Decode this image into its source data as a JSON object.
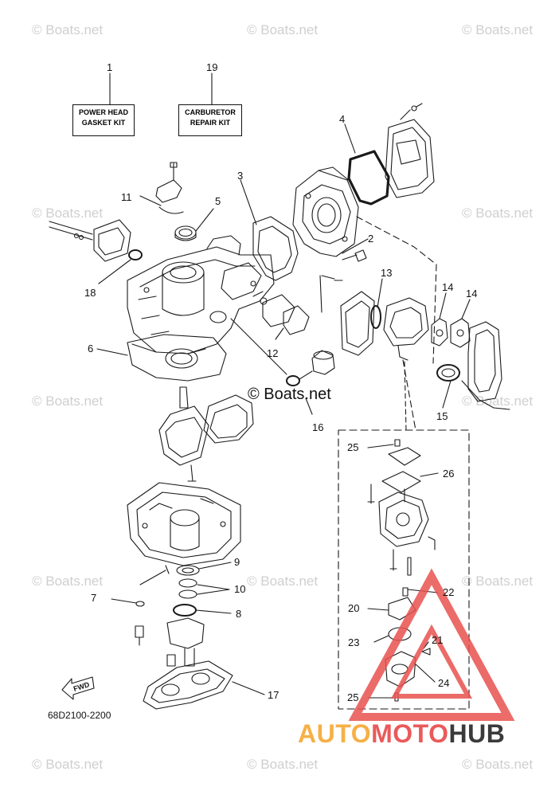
{
  "watermark": "© Boats.net",
  "center_watermark": "© Boats.net",
  "kits": {
    "power_head": {
      "line1": "POWER HEAD",
      "line2": "GASKET KIT"
    },
    "carburetor": {
      "line1": "CARBURETOR",
      "line2": "REPAIR KIT"
    }
  },
  "callouts": {
    "c1": "1",
    "c19": "19",
    "c4": "4",
    "c11": "11",
    "c5": "5",
    "c3": "3",
    "c2": "2",
    "c18": "18",
    "c13": "13",
    "c14a": "14",
    "c14b": "14",
    "c6": "6",
    "c12": "12",
    "c15": "15",
    "c16": "16",
    "c25a": "25",
    "c26": "26",
    "c9": "9",
    "c10": "10",
    "c7": "7",
    "c8": "8",
    "c22": "22",
    "c20": "20",
    "c23": "23",
    "c21": "21",
    "c24": "24",
    "c17": "17",
    "c25b": "25"
  },
  "fwd_label": "FWD",
  "diagram_code": "68D2100-2200",
  "brand": {
    "part1": "AUTO",
    "part2": "MOTO",
    "part3": "HUB"
  },
  "colors": {
    "line": "#1a1a1a",
    "watermark": "#cfcfcf",
    "warning_red": "#e8524f",
    "brand_orange": "#f6b046",
    "brand_red": "#ea5a5a",
    "brand_dark": "#3a3a3a"
  }
}
